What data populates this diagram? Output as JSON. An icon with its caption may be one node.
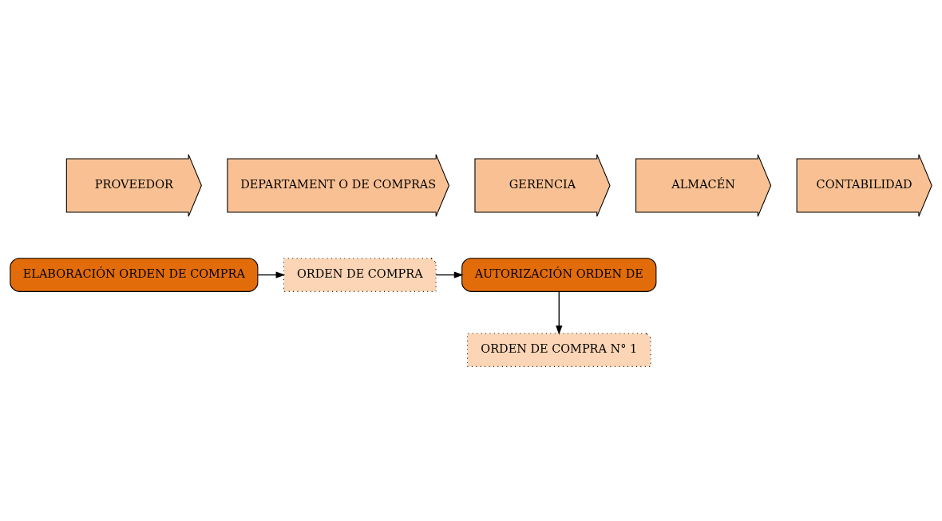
{
  "diagram": {
    "nodes": [
      {
        "text": [
          "PROVEEDOR"
        ]
      },
      {
        "text": [
          "DEPARTAMENT O DE COMPRAS"
        ]
      },
      {
        "text": [
          "GERENCIA"
        ]
      },
      {
        "text": [
          "ALMACÉN"
        ]
      },
      {
        "text": [
          "CONTABILIDAD"
        ]
      },
      {
        "text": [
          "ELABORACIÓN ORDEN DE COMPRA"
        ]
      },
      {
        "text": [
          "ORDEN DE COMPRA"
        ]
      },
      {
        "text": [
          "AUTORIZACIÓN ORDEN DE"
        ]
      },
      {
        "text": [
          "ORDEN DE COMPRA N° 1"
        ]
      }
    ],
    "edges": [
      {
        "from": 5,
        "to": 6,
        "arrow": "to"
      },
      {
        "from": 6,
        "to": 7,
        "arrow": "to"
      },
      {
        "from": 7,
        "to": 8,
        "arrow": "to"
      }
    ]
  }
}
